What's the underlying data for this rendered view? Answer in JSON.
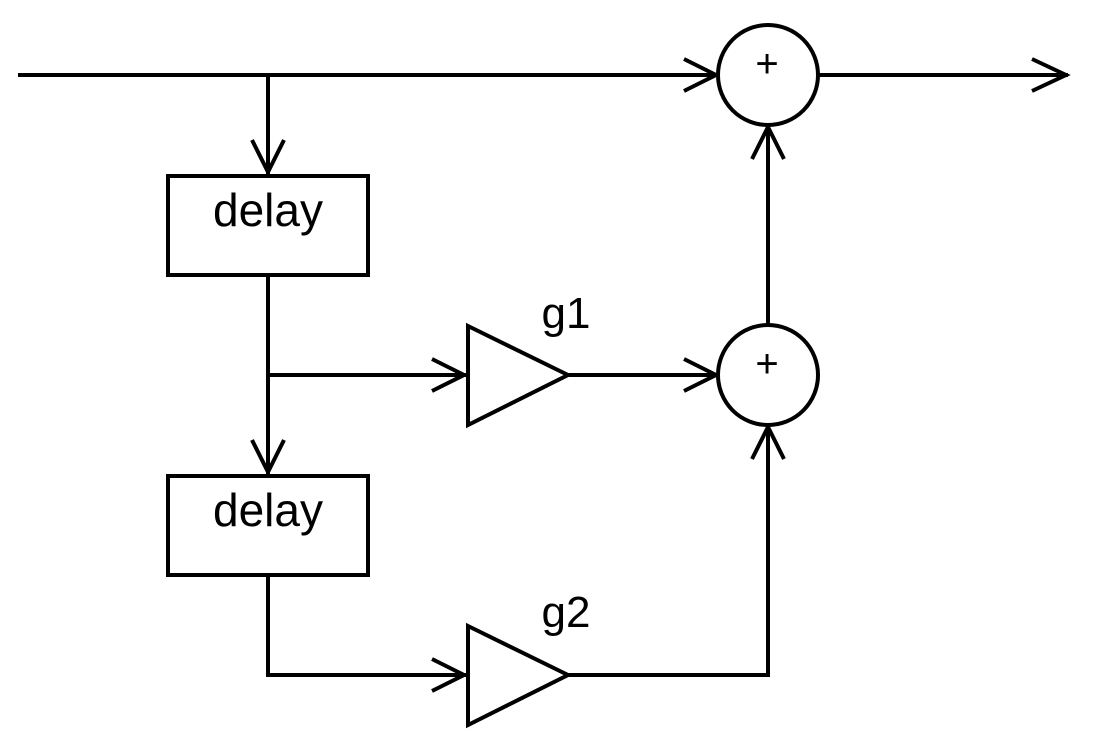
{
  "diagram": {
    "title": "",
    "colors": {
      "stroke": "#000000",
      "background": "#ffffff"
    },
    "blocks": {
      "delay1": {
        "type": "delay",
        "label": "delay"
      },
      "delay2": {
        "type": "delay",
        "label": "delay"
      },
      "gain1": {
        "type": "gain",
        "label": "g1"
      },
      "gain2": {
        "type": "gain",
        "label": "g2"
      },
      "sum_out": {
        "type": "summer",
        "label": "+"
      },
      "sum_mid": {
        "type": "summer",
        "label": "+"
      }
    },
    "connections": [
      {
        "from": "input",
        "to": "sum_out"
      },
      {
        "from": "input",
        "to": "delay1"
      },
      {
        "from": "delay1",
        "to": "gain1"
      },
      {
        "from": "delay1",
        "to": "delay2"
      },
      {
        "from": "delay2",
        "to": "gain2"
      },
      {
        "from": "gain1",
        "to": "sum_mid"
      },
      {
        "from": "gain2",
        "to": "sum_mid"
      },
      {
        "from": "sum_mid",
        "to": "sum_out"
      },
      {
        "from": "sum_out",
        "to": "output"
      }
    ]
  }
}
